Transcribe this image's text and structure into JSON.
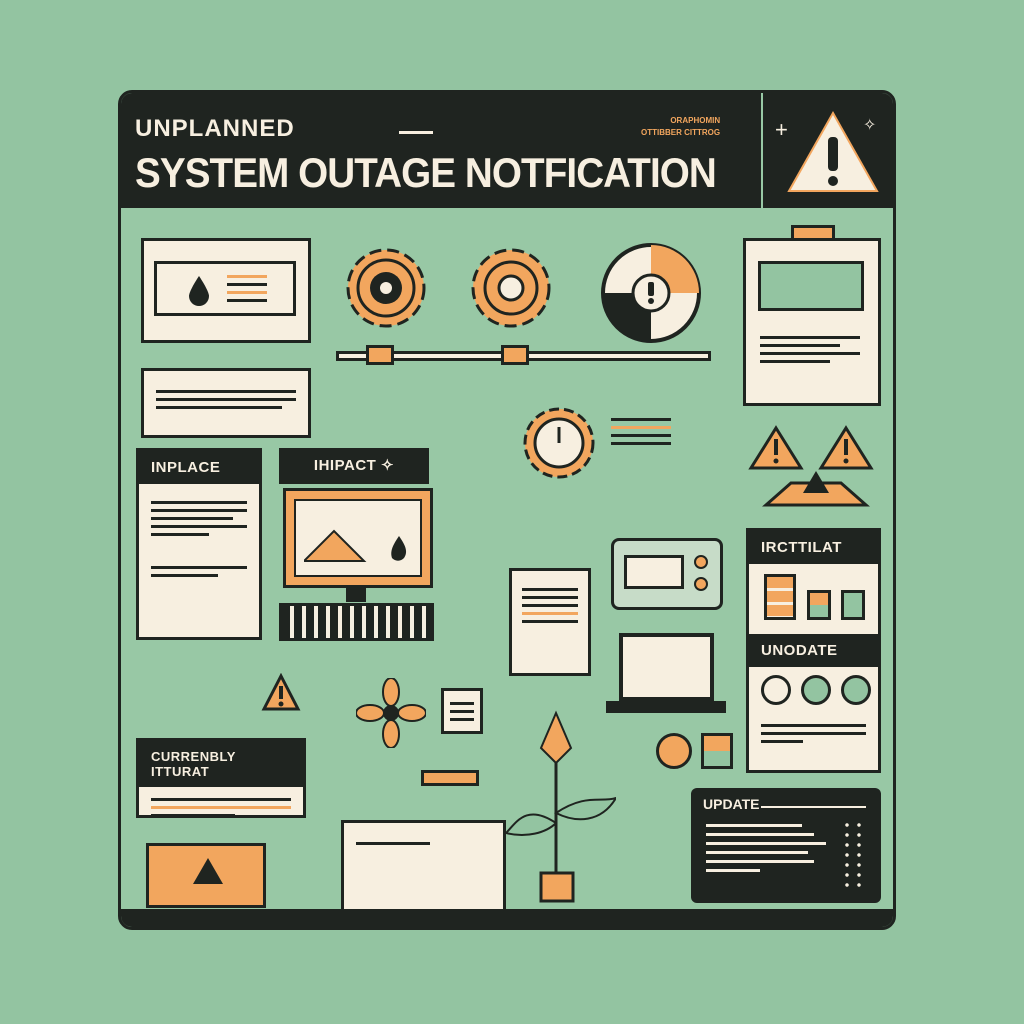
{
  "header": {
    "subtitle": "UNPLANNED",
    "title": "SYSTEM OUTAGE NOTFICATION",
    "small_text": [
      "ORAPHOMIN",
      "OTTIBBER CITTROG"
    ],
    "icon": "warning-triangle-icon"
  },
  "panels": {
    "inplace": {
      "title": "INPLACE"
    },
    "impact": {
      "title": "IHIPACT"
    },
    "currently": {
      "title": "CURRENBLY ITTURAT"
    },
    "status": {
      "title": "IRCTTILAT"
    },
    "undate": {
      "title": "UNODATE"
    },
    "update": {
      "title": "UPDATE"
    }
  },
  "colors": {
    "background": "#93c4a1",
    "dark": "#1f2420",
    "cream": "#f7efe0",
    "accent": "#f2a65e"
  }
}
